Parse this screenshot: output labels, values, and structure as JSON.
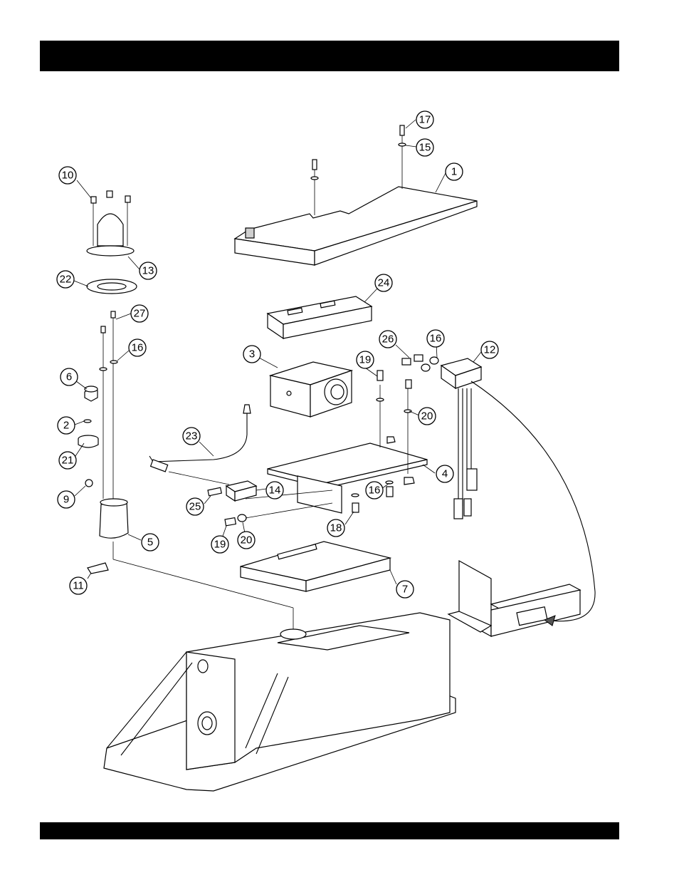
{
  "callouts": [
    {
      "id": "c17",
      "label": "17"
    },
    {
      "id": "c15",
      "label": "15"
    },
    {
      "id": "c1",
      "label": "1"
    },
    {
      "id": "c10",
      "label": "10"
    },
    {
      "id": "c13",
      "label": "13"
    },
    {
      "id": "c22",
      "label": "22"
    },
    {
      "id": "c24",
      "label": "24"
    },
    {
      "id": "c27",
      "label": "27"
    },
    {
      "id": "c16a",
      "label": "16"
    },
    {
      "id": "c26",
      "label": "26"
    },
    {
      "id": "c16b",
      "label": "16"
    },
    {
      "id": "c12",
      "label": "12"
    },
    {
      "id": "c3",
      "label": "3"
    },
    {
      "id": "c19a",
      "label": "19"
    },
    {
      "id": "c6",
      "label": "6"
    },
    {
      "id": "c20a",
      "label": "20"
    },
    {
      "id": "c2",
      "label": "2"
    },
    {
      "id": "c23",
      "label": "23"
    },
    {
      "id": "c21",
      "label": "21"
    },
    {
      "id": "c4",
      "label": "4"
    },
    {
      "id": "c9",
      "label": "9"
    },
    {
      "id": "c14",
      "label": "14"
    },
    {
      "id": "c16c",
      "label": "16"
    },
    {
      "id": "c25",
      "label": "25"
    },
    {
      "id": "c18",
      "label": "18"
    },
    {
      "id": "c5",
      "label": "5"
    },
    {
      "id": "c19b",
      "label": "19"
    },
    {
      "id": "c20b",
      "label": "20"
    },
    {
      "id": "c7",
      "label": "7"
    },
    {
      "id": "c11",
      "label": "11"
    }
  ]
}
